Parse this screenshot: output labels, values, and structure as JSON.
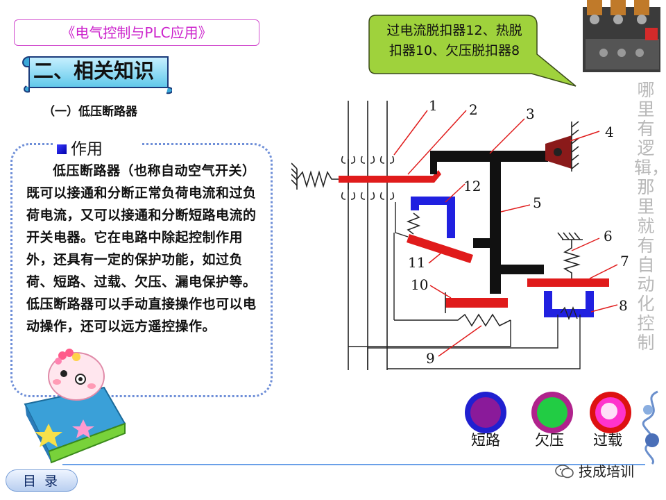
{
  "header": {
    "course_title": "《电气控制与PLC应用》",
    "section_title": "二、相关知识",
    "subsection_title": "（一）低压断路器"
  },
  "description": {
    "heading": "作用",
    "body": "低压断路器（也称自动空气开关）既可以接通和分断正常负荷电流和过负荷电流，又可以接通和分断短路电流的开关电器。它在电路中除起控制作用外，还具有一定的保护功能，如过负荷、短路、过载、欠压、漏电保护等。低压断路器可以手动直接操作也可以电动操作，还可以远方遥控操作。"
  },
  "callout": {
    "text": "过电流脱扣器12、热脱扣器10、欠压脱扣器8"
  },
  "slogan": "哪里有逻辑，那里就有自动化控制",
  "diagram": {
    "labels": [
      "1",
      "2",
      "3",
      "4",
      "5",
      "6",
      "7",
      "8",
      "9",
      "10",
      "11",
      "12"
    ]
  },
  "indicators": [
    {
      "label": "短路",
      "color": "#8a1a9a",
      "ring": "#2020d0"
    },
    {
      "label": "欠压",
      "color": "#22cc44",
      "ring": "#b0238c"
    },
    {
      "label": "过载",
      "color": "#ff33cc",
      "ring": "#dd1111"
    }
  ],
  "footer": {
    "toc_label": "目录",
    "watermark": "技成培训"
  },
  "colors": {
    "accent": "#cc22cc",
    "box_border": "#6f8fd8",
    "callout_fill": "#9fd23c",
    "red_part": "#e01b1b",
    "blue_part": "#2020e0",
    "dark_part": "#7a2020"
  }
}
